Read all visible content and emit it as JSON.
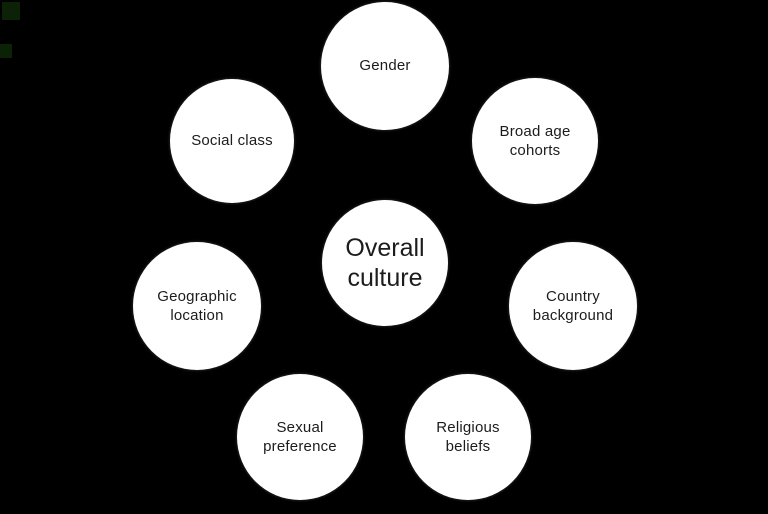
{
  "diagram": {
    "type": "circle-cluster",
    "background_color": "#000000",
    "node_fill": "#ffffff",
    "text_color": "#1c1c1c",
    "center_node": {
      "label": "Overall culture"
    },
    "satellite_nodes": [
      {
        "id": "gender",
        "label": "Gender"
      },
      {
        "id": "social-class",
        "label": "Social class"
      },
      {
        "id": "broad-age-cohorts",
        "label": "Broad age cohorts"
      },
      {
        "id": "geographic-location",
        "label": "Geographic location"
      },
      {
        "id": "country-background",
        "label": "Country background"
      },
      {
        "id": "sexual-preference",
        "label": "Sexual preference"
      },
      {
        "id": "religious-beliefs",
        "label": "Religious beliefs"
      }
    ]
  }
}
